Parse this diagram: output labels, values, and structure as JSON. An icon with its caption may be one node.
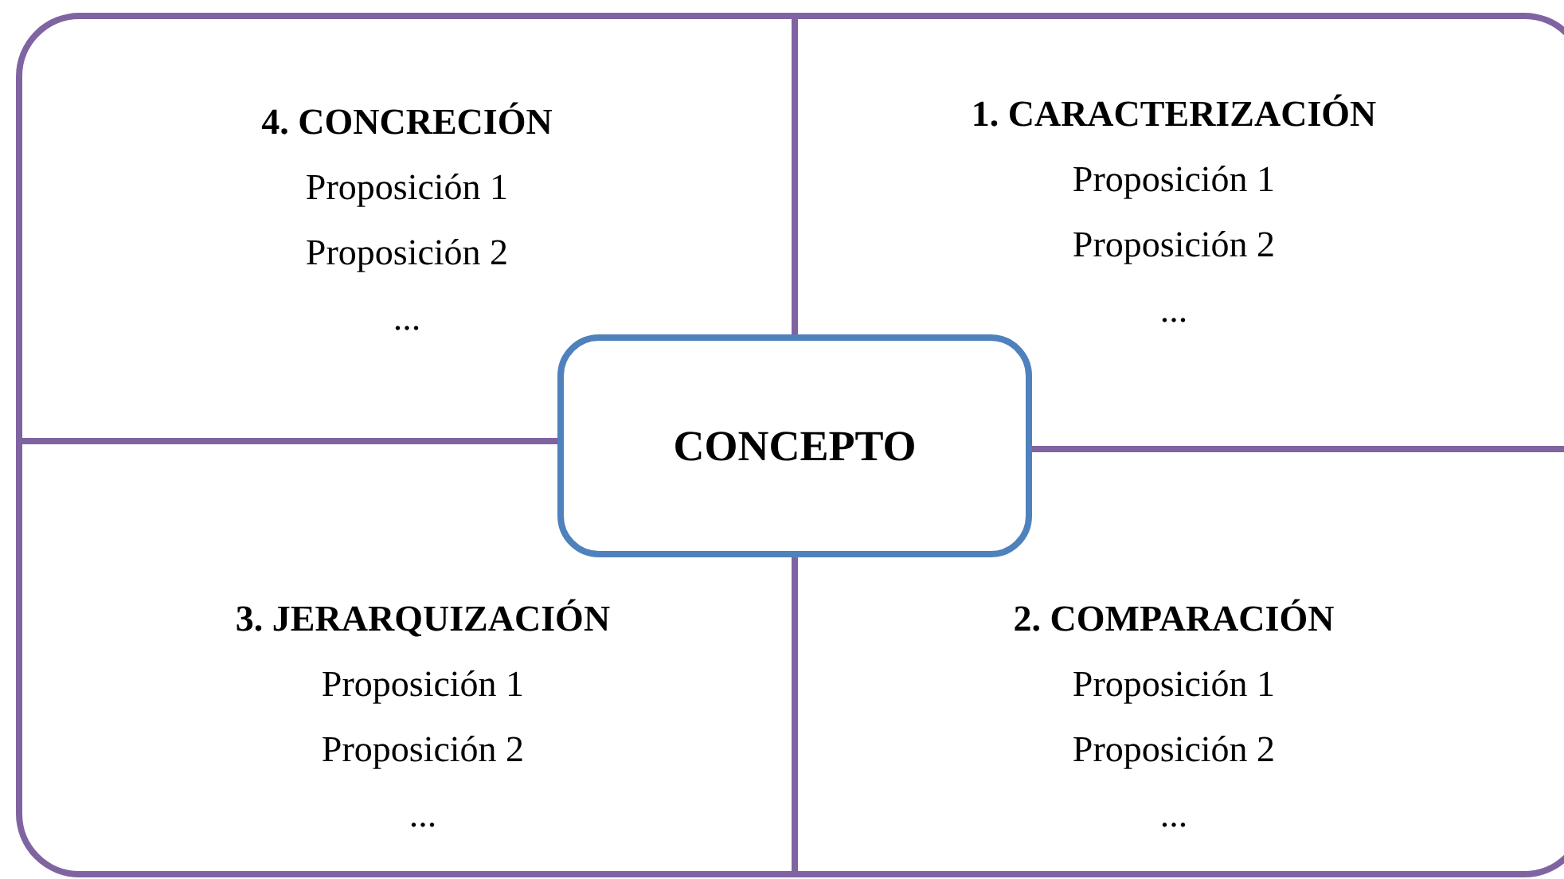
{
  "diagram": {
    "nodes": [
      {
        "text": [
          "4. CONCRECIÓN",
          "Proposición 1",
          "Proposición 2",
          "..."
        ]
      },
      {
        "text": [
          "1. CARACTERIZACIÓN",
          "Proposición 1",
          "Proposición 2",
          "..."
        ]
      },
      {
        "text": [
          "CONCEPTO"
        ]
      },
      {
        "text": [
          "3. JERARQUIZACIÓN",
          "Proposición 1",
          "Proposición 2",
          "..."
        ]
      },
      {
        "text": [
          "2. COMPARACIÓN",
          "Proposición 1",
          "Proposición 2",
          "..."
        ]
      }
    ],
    "edges": []
  }
}
